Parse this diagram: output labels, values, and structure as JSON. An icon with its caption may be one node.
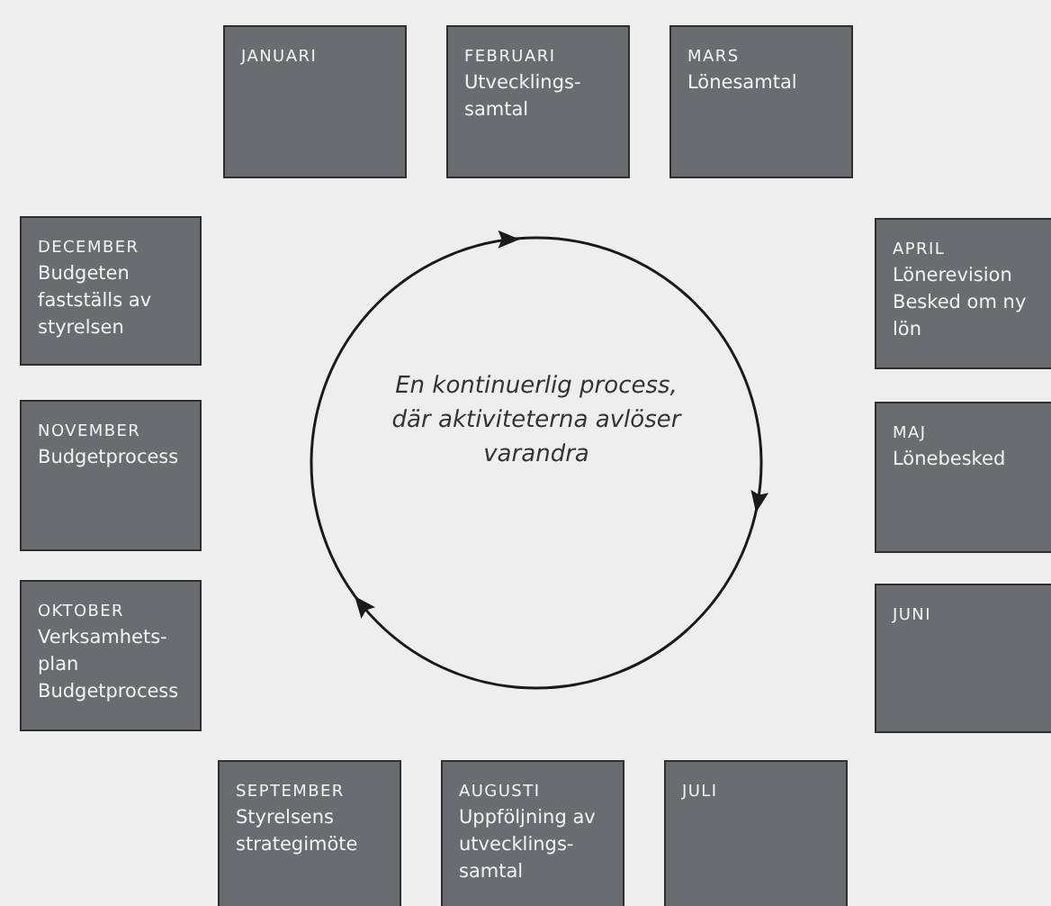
{
  "diagram": {
    "nodes": [
      {
        "text": [
          "JANUARI"
        ]
      },
      {
        "text": [
          "FEBRUARI",
          "Utvecklings-samtal"
        ]
      },
      {
        "text": [
          "MARS",
          "Lönesamtal"
        ]
      },
      {
        "text": [
          "DECEMBER",
          "Budgeten fastställs av styrelsen"
        ]
      },
      {
        "text": [
          "APRIL",
          "Lönerevision",
          "Besked om ny lön"
        ]
      },
      {
        "text": [
          "En kontinuerlig process, där aktiviteterna avlöser varandra"
        ]
      },
      {
        "text": [
          "NOVEMBER",
          "Budgetprocess"
        ]
      },
      {
        "text": [
          "MAJ",
          "Lönebesked"
        ]
      },
      {
        "text": [
          "OKTOBER",
          "Verksamhets-plan",
          "Budgetprocess"
        ]
      },
      {
        "text": [
          "JUNI"
        ]
      },
      {
        "text": [
          "SEPTEMBER",
          "Styrelsens strategimöte"
        ]
      },
      {
        "text": [
          "AUGUSTI",
          "Uppföljning av utvecklings-samtal"
        ]
      },
      {
        "text": [
          "JULI"
        ]
      }
    ]
  }
}
